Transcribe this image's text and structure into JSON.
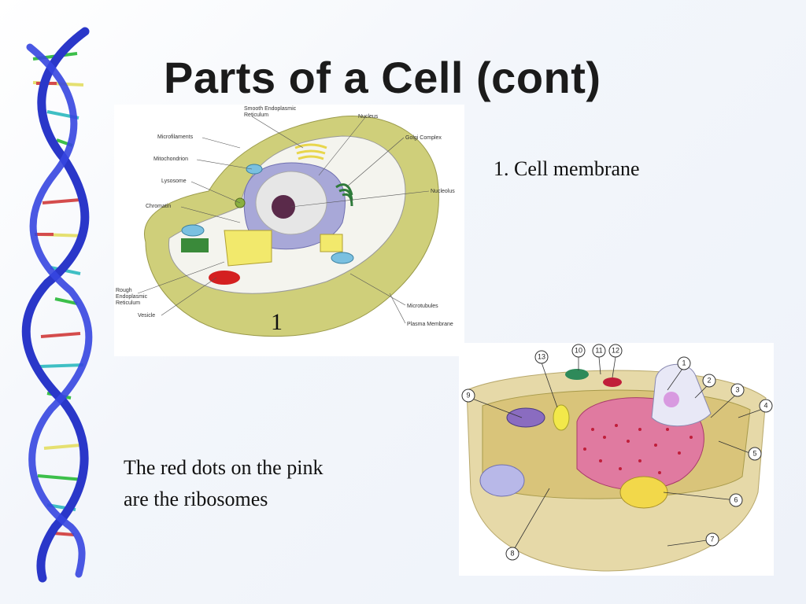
{
  "slide": {
    "title": "Parts of a Cell (cont)"
  },
  "diagram_top": {
    "marker": "1",
    "labels": {
      "smooth_er": "Smooth Endoplasmic",
      "smooth_er_2": "Reticulum",
      "nucleus": "Nucleus",
      "golgi": "Golgi Complex",
      "microfilaments": "Microfilaments",
      "mitochondrion": "Mitochondrion",
      "lysosome": "Lysosome",
      "nucleolus": "Nucleolus",
      "chromatin": "Chromatin",
      "rough_er_1": "Rough",
      "rough_er_2": "Endoplasmic",
      "rough_er_3": "Reticulum",
      "vesicle": "Vesicle",
      "microtubules": "Microtubules",
      "plasma_membrane": "Plasma Membrane"
    }
  },
  "diagram_bottom": {
    "numbers": [
      "1",
      "2",
      "3",
      "4",
      "5",
      "6",
      "7",
      "8",
      "9",
      "10",
      "11",
      "12",
      "13"
    ]
  },
  "captions": {
    "membrane": "1. Cell membrane",
    "ribosomes_line1": "The red dots on the pink",
    "ribosomes_line2": "are the ribosomes"
  },
  "colors": {
    "dna_strand": "#2a37c9",
    "cell_wall": "#cfcf7a",
    "nucleus": "#a8a8d8"
  }
}
